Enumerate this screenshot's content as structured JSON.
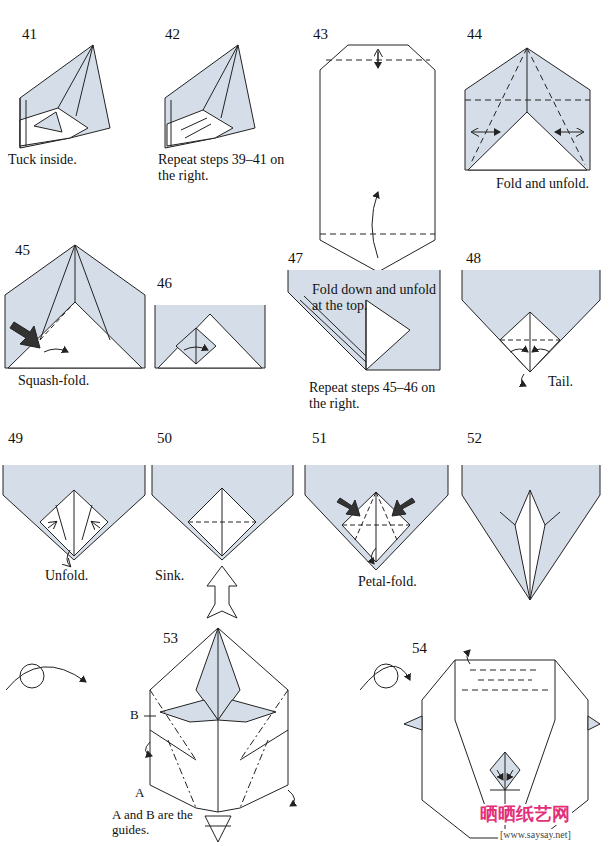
{
  "diagram": {
    "labels": [
      "41",
      "Tuck inside.",
      "42",
      "Repeat steps 39–41 on the right.",
      "43",
      "Fold down and unfold at the top.",
      "44",
      "Fold and unfold.",
      "45",
      "Squash-fold.",
      "46",
      "47",
      "Repeat steps 45–46 on the right.",
      "48",
      "Tail.",
      "49",
      "Unfold.",
      "50",
      "Sink.",
      "51",
      "Petal-fold.",
      "52",
      "53",
      "B",
      "A",
      "A and B are the guides.",
      "54",
      "晒晒纸艺网",
      "[www.saysay.net]"
    ]
  }
}
